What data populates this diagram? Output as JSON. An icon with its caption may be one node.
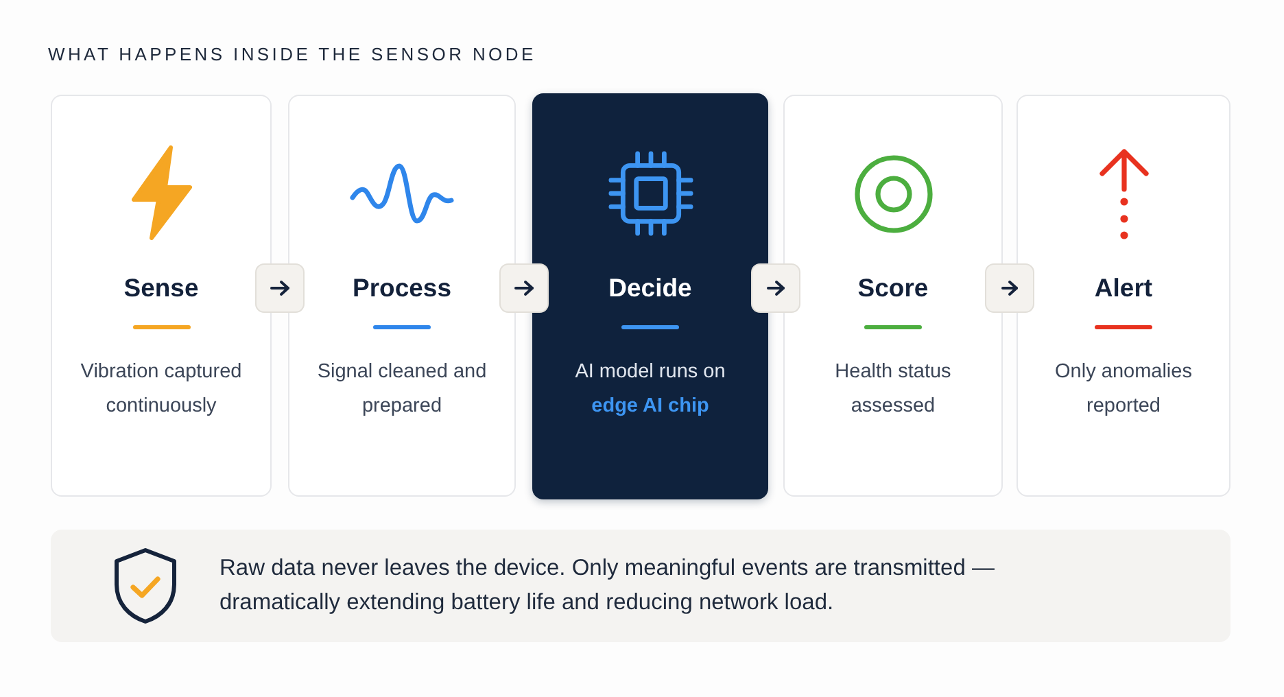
{
  "diagram": {
    "title": "WHAT HAPPENS INSIDE THE SENSOR NODE",
    "nodes": [
      {
        "text": [
          "Sense",
          "Vibration captured continuously"
        ]
      },
      {
        "text": [
          "Process",
          "Signal cleaned and prepared"
        ]
      },
      {
        "text": [
          "Decide",
          "AI model runs on **edge AI chip**"
        ]
      },
      {
        "text": [
          "Score",
          "Health status assessed"
        ]
      },
      {
        "text": [
          "Alert",
          "Only anomalies reported"
        ]
      },
      {
        "text": [
          "Raw data never leaves the device. Only meaningful events are transmitted — dramatically extending battery life and reducing network load."
        ]
      }
    ],
    "edges": [
      {
        "from": 0,
        "to": 1,
        "arrow": "to"
      },
      {
        "from": 1,
        "to": 2,
        "arrow": "to"
      },
      {
        "from": 2,
        "to": 3,
        "arrow": "to"
      },
      {
        "from": 3,
        "to": 4,
        "arrow": "to"
      }
    ]
  }
}
